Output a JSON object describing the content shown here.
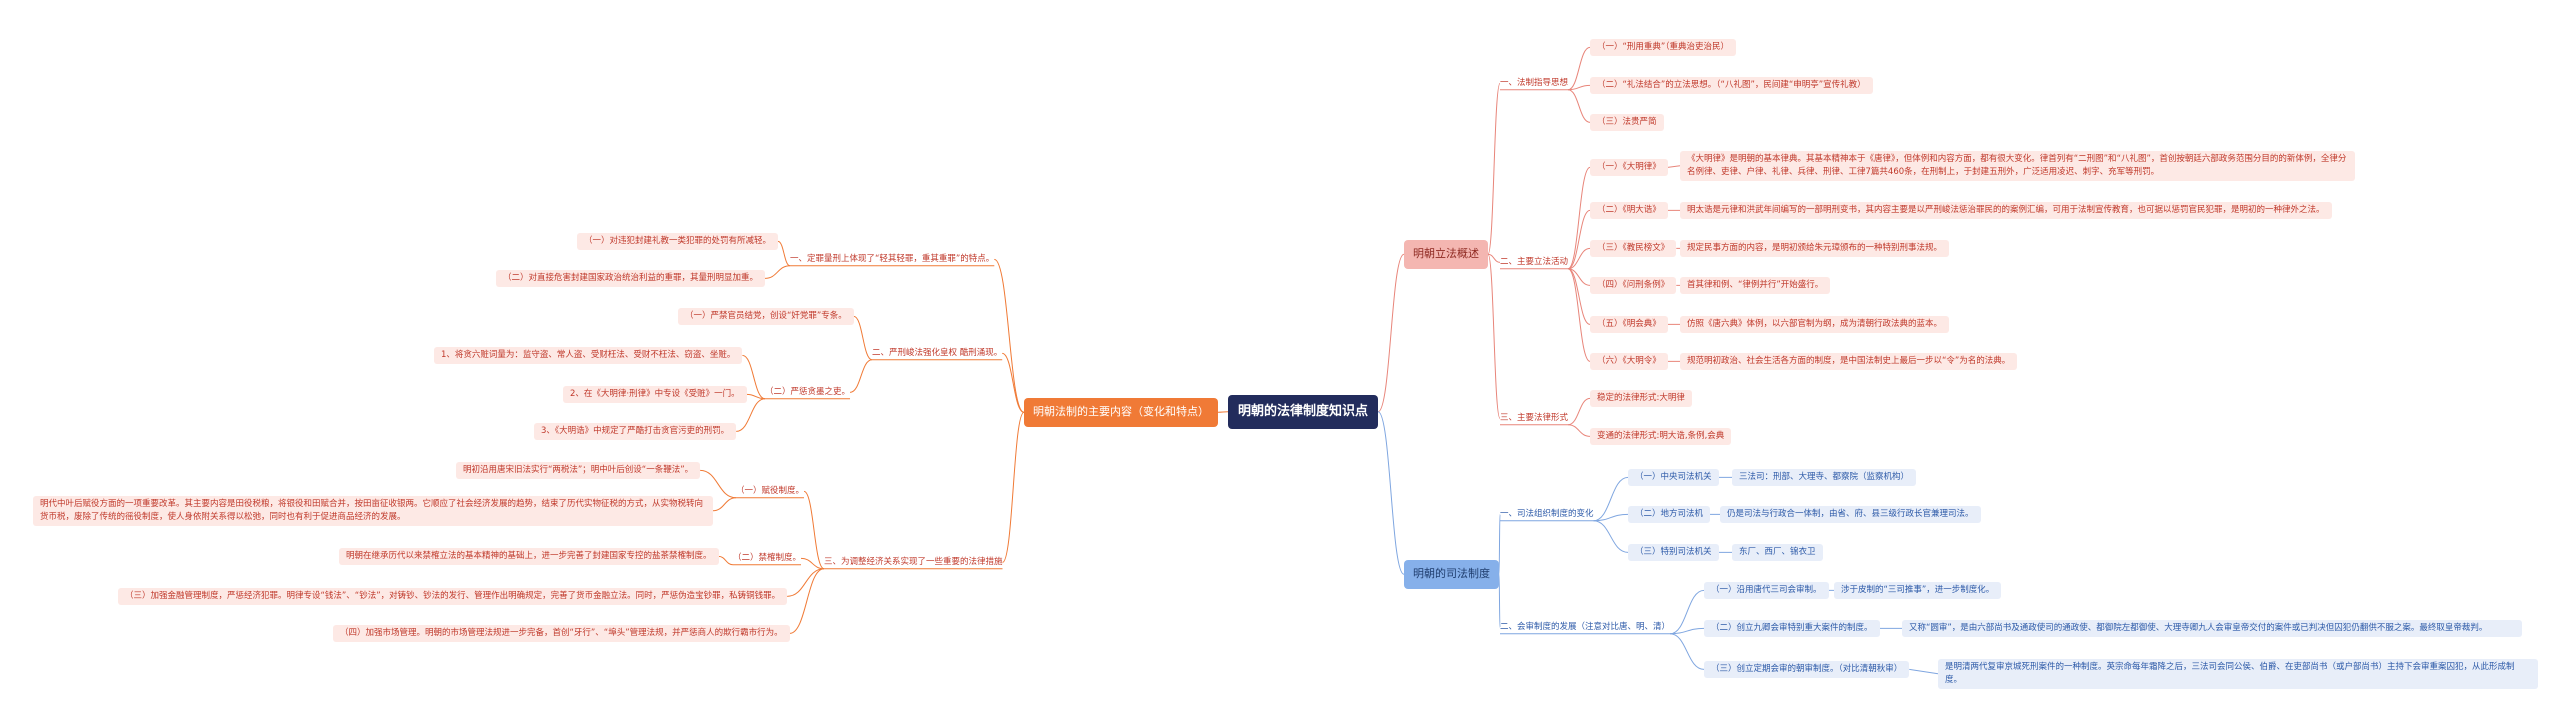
{
  "root": "明朝的法律制度知识点",
  "left": {
    "main": "明朝法制的主要内容（变化和特点）",
    "b1": {
      "label": "一、定罪量刑上体现了“轻其轻罪，重其重罪”的特点。",
      "items": [
        "（一）对违犯封建礼教一类犯罪的处罚有所减轻。",
        "（二）对直接危害封建国家政治统治利益的重罪，其量刑明显加重。"
      ]
    },
    "b2": {
      "label": "二、严刑峻法强化皇权 酷刑涌现。",
      "c1": "（一）严禁官员结党，创设“奸党罪”专条。",
      "c2": {
        "label": "（二）严惩贪墨之吏。",
        "items": [
          "1、将贪六赃词量为：监守盗、常人盗、受财枉法、受财不枉法、窃盗、坐赃。",
          "2、在《大明律·刑律》中专设《受赃》一门。",
          "3、《大明诰》中规定了严酷打击贪官污吏的刑罚。"
        ]
      }
    },
    "b3": {
      "label": "三、为调整经济关系实现了一些重要的法律措施",
      "c1": {
        "label": "（一）赋役制度。",
        "items": [
          "明初沿用唐宋旧法实行“两税法”；明中叶后创设“一条鞭法”。",
          "明代中叶后赋役方面的一项重要改革。其主要内容是田役税粮，将银役和田赋合并，按田亩征收银两。它顺应了社会经济发展的趋势，结束了历代实物征税的方式，从实物税转向货币税，废除了传统的徭役制度，使人身依附关系得以松弛，同时也有利于促进商品经济的发展。"
        ]
      },
      "c2": {
        "label": "（二）禁榷制度。",
        "items": [
          "明朝在继承历代以来禁榷立法的基本精神的基础上，进一步完善了封建国家专控的盐茶禁榷制度。"
        ]
      },
      "c3": "（三）加强金融管理制度，严惩经济犯罪。明律专设“钱法”、“钞法”，对铸钞、钞法的发行、管理作出明确规定，完善了货币金融立法。同时，严惩伪造宝钞罪，私铸铜钱罪。",
      "c4": "（四）加强市场管理。明朝的市场管理法规进一步完备，首创“牙行”、“埠头”管理法规，并严惩商人的欺行霸市行为。"
    }
  },
  "right": {
    "r1": {
      "main": "明朝立法概述",
      "g1": {
        "label": "一、法制指导思想",
        "items": [
          "（一）“刑用重典”（重典治吏治民）",
          "（二）“礼法结合”的立法思想。（“八礼图”，民间建“申明亭”宣传礼教）",
          "（三）法贵严简"
        ]
      },
      "g2": {
        "label": "二、主要立法活动",
        "items": [
          {
            "k": "（一）《大明律》",
            "v": "《大明律》是明朝的基本律典。其基本精神本于《唐律》，但体例和内容方面，都有很大变化。律首列有“二刑图”和“八礼图”，首创按朝廷六部政务范围分目的的新体例，全律分名例律、吏律、户律、礼律、兵律、刑律、工律7篇共460条，在刑制上，于封建五刑外，广泛适用凌迟、刺字、充军等刑罚。"
          },
          {
            "k": "（二）《明大诰》",
            "v": "明太诰是元律和洪武年间编写的一部明刑变书，其内容主要是以严刑峻法惩治罪民的的案例汇编，可用于法制宣传教育，也可据以惩罚官民犯罪，是明初的一种律外之法。"
          },
          {
            "k": "（三）《教民榜文》",
            "v": "规定民事方面的内容，是明初颁给朱元璋颁布的一种特别刑事法规。"
          },
          {
            "k": "（四）《问刑条例》",
            "v": "首其律和例、“律例并行”开始盛行。"
          },
          {
            "k": "（五）《明会典》",
            "v": "仿照《唐六典》体例，以六部官制为纲，成为清朝行政法典的蓝本。"
          },
          {
            "k": "（六）《大明令》",
            "v": "规范明初政治、社会生活各方面的制度，是中国法制史上最后一步以“令”为名的法典。"
          }
        ]
      },
      "g3": {
        "label": "三、主要法律形式",
        "items": [
          "稳定的法律形式:大明律",
          "变通的法律形式:明大诰,条例,会典"
        ]
      }
    },
    "r2": {
      "main": "明朝的司法制度",
      "g1": {
        "label": "一、司法组织制度的变化",
        "items": [
          {
            "k": "（一）中央司法机关",
            "v": "三法司：刑部、大理寺、都察院（监察机构）"
          },
          {
            "k": "（二）地方司法机",
            "v": "仍是司法与行政合一体制，由省、府、县三级行政长官兼理司法。"
          },
          {
            "k": "（三）特别司法机关",
            "v": "东厂、西厂、锦衣卫"
          }
        ]
      },
      "g2": {
        "label": "二、会审制度的发展（注意对比唐、明、清）",
        "items": [
          {
            "k": "（一）沿用唐代三司会审制。",
            "v": "涉于皮制的“三司推事”，进一步制度化。"
          },
          {
            "k": "（二）创立九卿会审特别重大案件的制度。",
            "v": "又称“圆审”，是由六部尚书及通政使司的通政使、都御院左都御使、大理寺卿九人会审皇帝交付的案件或已判决但囚犯仍翻供不服之案。最终取皇帝裁判。"
          },
          {
            "k": "（三）创立定期会审的朝审制度。（对比清朝秋审）",
            "v": "是明清两代复审京城死刑案件的一种制度。英宗命每年霜降之后，三法司会同公侯、伯爵、在吏部尚书（或户部尚书）主持下会审重案囚犯，从此形成制度。"
          }
        ]
      }
    }
  },
  "colors": {
    "root": "#222c5c",
    "orange": "#f07a36",
    "pink": "#f4b6b1",
    "blue": "#86b0ea",
    "wire_left": "#f07a36",
    "wire_right": "#e8857a",
    "wire_blue": "#7fa6e0"
  }
}
